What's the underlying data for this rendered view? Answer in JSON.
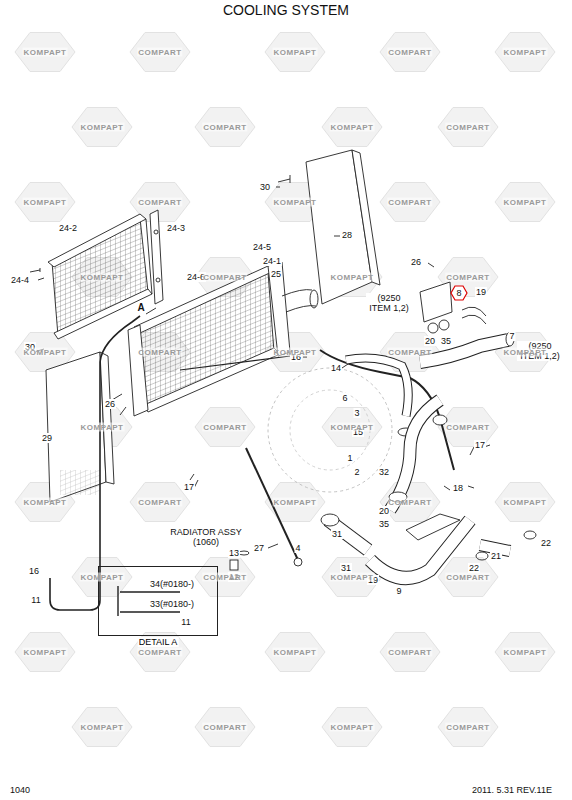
{
  "diagram": {
    "title": "COOLING SYSTEM",
    "nodes": [
      {
        "text": [
          "DETAIL A"
        ]
      }
    ],
    "labels": [
      "30",
      "28",
      "24-2",
      "24-3",
      "24-5",
      "24-1",
      "25",
      "24-6",
      "24-4",
      "A",
      "26",
      "8",
      "19",
      "(9250 ITEM 1,2)",
      "30",
      "16",
      "20",
      "35",
      "7",
      "(9250 ITEM 1,2)",
      "14",
      "26",
      "6",
      "3",
      "15",
      "29",
      "1",
      "2",
      "17",
      "32",
      "17",
      "18",
      "31",
      "20",
      "35",
      "RADIATOR ASSY (1060)",
      "27",
      "13",
      "4",
      "31",
      "21",
      "22",
      "22",
      "12",
      "16",
      "19",
      "9",
      "11",
      "34(#0180-)",
      "33(#0180-)",
      "11",
      "1040",
      "2011. 5.31  REV.11E",
      "KOMPAPT",
      "COMPART",
      "KOMPAPT",
      "COMPART",
      "KOMPAPT",
      "KOMPAPT",
      "COMPART",
      "KOMPAPT",
      "COMPART",
      "KOMPAPT",
      "COMPART",
      "KOMPAPT",
      "COMPART",
      "KOMPAPT",
      "KOMPAPT",
      "COMPART",
      "KOMPAPT",
      "COMPART",
      "KOMPAPT",
      "COMPART",
      "KOMPAPT",
      "COMPART",
      "KOMPAPT",
      "KOMPAPT",
      "COMPART",
      "KOMPAPT",
      "COMPART",
      "KOMPAPT",
      "COMPART",
      "KOMPAPT",
      "COMPART",
      "KOMPAPT",
      "KOMPAPT",
      "COMPART",
      "KOMPAPT",
      "COMPART",
      "KOMPAPT",
      "COMPART",
      "KOMPAPT",
      "COMPART",
      "KOMPAPT",
      "KOMPAPT",
      "COMPART",
      "KOMPAPT",
      "COMPART"
    ]
  }
}
